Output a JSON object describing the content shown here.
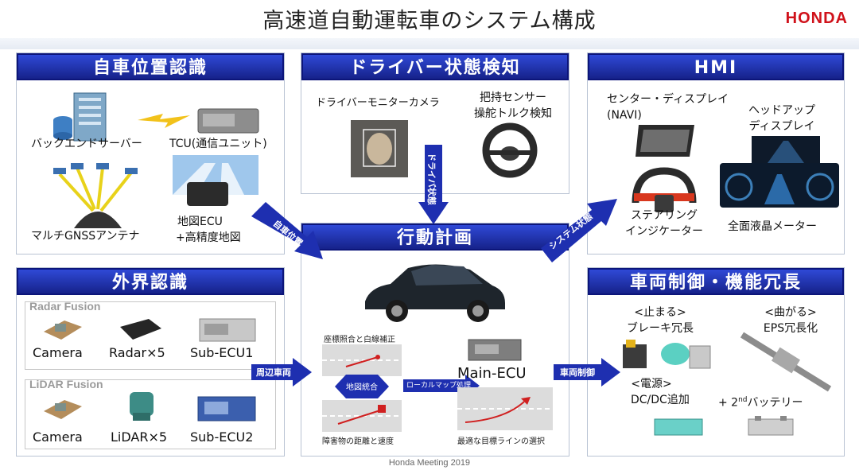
{
  "title": "高速道自動運転車のシステム構成",
  "brand": "HONDA",
  "footer": "Honda Meeting 2019",
  "panels": {
    "self_position": {
      "header": "自車位置認識",
      "backend": "バックエンドサーバー",
      "tcu": "TCU(通信ユニット)",
      "gnss": "マルチGNSSアンテナ",
      "map_ecu_1": "地図ECU",
      "map_ecu_2": "+高精度地図"
    },
    "driver_state": {
      "header": "ドライバー状態検知",
      "camera": "ドライバーモニターカメラ",
      "grip_1": "把持センサー",
      "grip_2": "操舵トルク検知"
    },
    "hmi": {
      "header": "HMI",
      "center_1": "センター・ディスプレイ",
      "center_2": "(NAVI)",
      "hud_1": "ヘッドアップ",
      "hud_2": "ディスプレイ",
      "steer_1": "ステアリング",
      "steer_2": "インジケーター",
      "meter": "全面液晶メーター"
    },
    "external": {
      "header": "外界認識",
      "radar_fusion": "Radar Fusion",
      "lidar_fusion": "LiDAR Fusion",
      "camera1": "Camera",
      "radar": "Radar×5",
      "subecu1": "Sub-ECU1",
      "camera2": "Camera",
      "lidar": "LiDAR×5",
      "subecu2": "Sub-ECU2"
    },
    "planning": {
      "header": "行動計画",
      "coord": "座標照合と白線補正",
      "map_merge": "地図統合",
      "local_map": "ローカルマップ処理",
      "main_ecu": "Main-ECU",
      "obstacle": "障害物の距離と速度",
      "target_line": "最適な目標ラインの選択"
    },
    "vehicle_control": {
      "header": "車両制御・機能冗長",
      "stop_1": "<止まる>",
      "stop_2": "ブレーキ冗長",
      "turn_1": "<曲がる>",
      "turn_2": "EPS冗長化",
      "power_1": "<電源>",
      "power_2": "DC/DC追加",
      "battery_pre": "+ 2",
      "battery_sup": "nd",
      "battery_post": "バッテリー"
    }
  },
  "arrows": {
    "self_pos": "自車位置",
    "driver": "ドライバ状態",
    "system": "システム状態",
    "surround": "周辺車両",
    "control": "車両制御"
  },
  "colors": {
    "header_top": "#2f49d6",
    "header_bottom": "#16228a",
    "brand": "#d0121b",
    "arrow": "#1e2fb0"
  }
}
